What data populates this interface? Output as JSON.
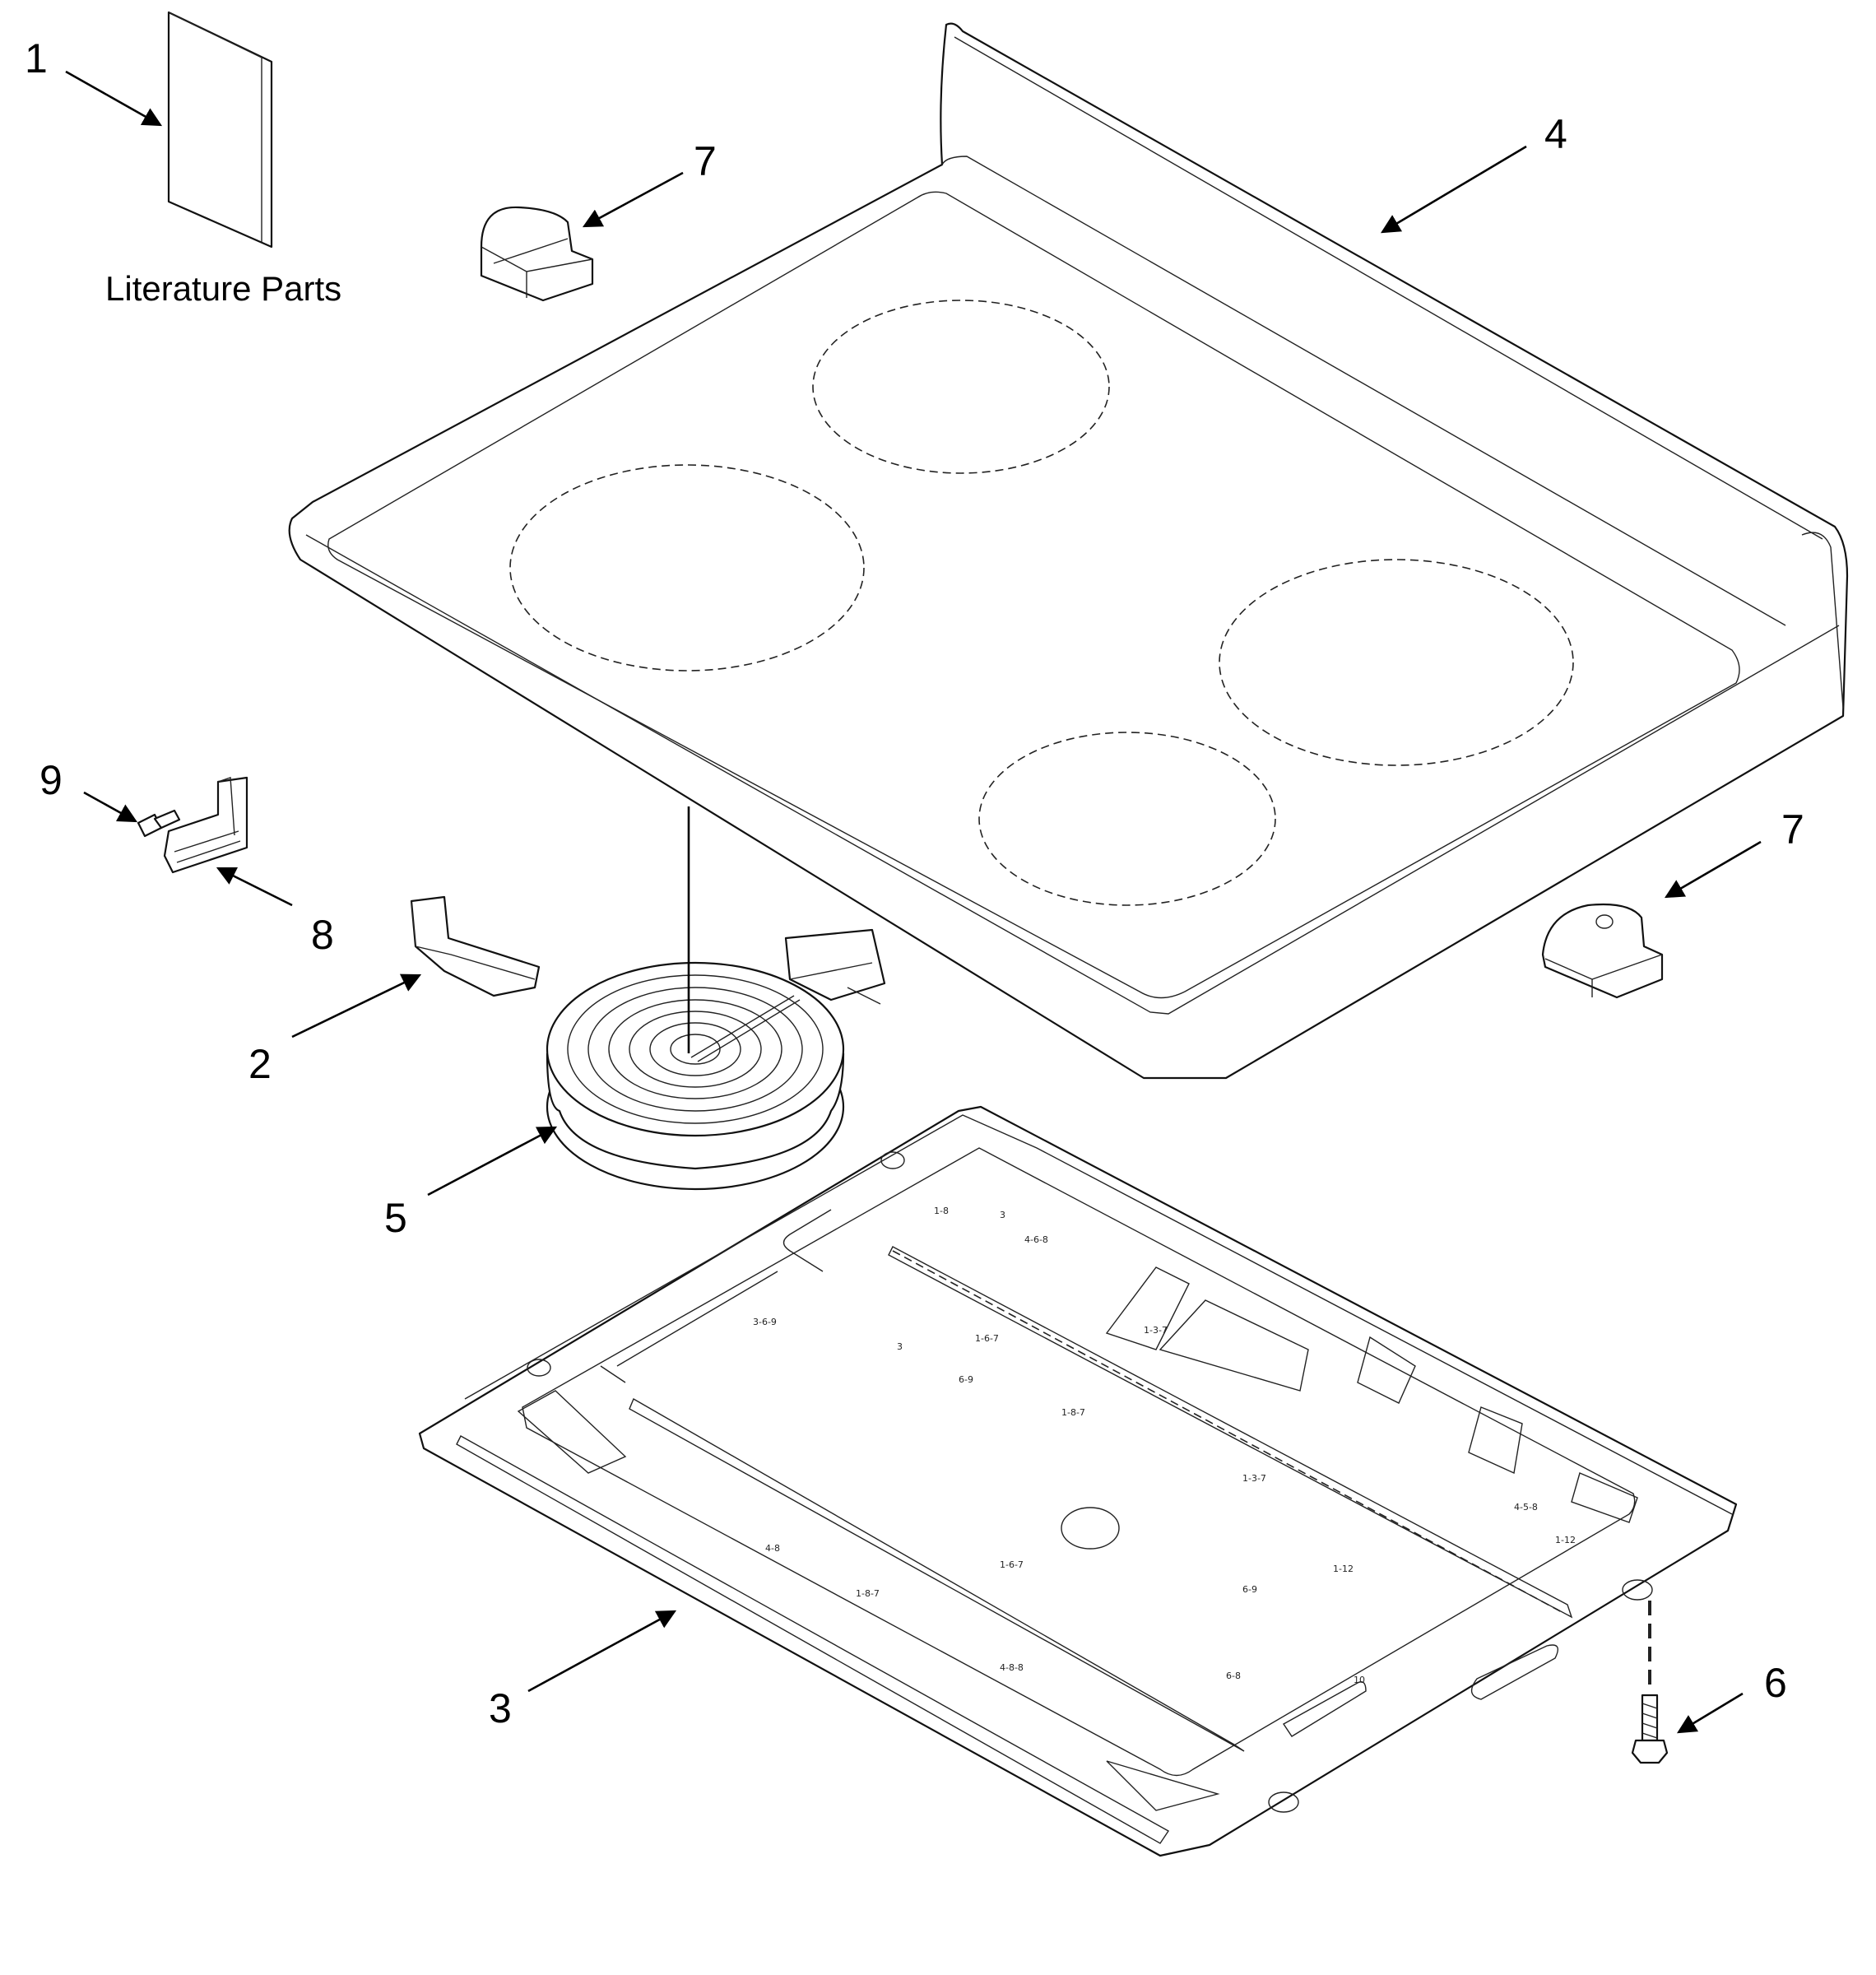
{
  "diagram": {
    "callouts": [
      {
        "id": "1",
        "label": "1"
      },
      {
        "id": "2",
        "label": "2"
      },
      {
        "id": "3",
        "label": "3"
      },
      {
        "id": "4",
        "label": "4"
      },
      {
        "id": "5",
        "label": "5"
      },
      {
        "id": "6",
        "label": "6"
      },
      {
        "id": "7a",
        "label": "7"
      },
      {
        "id": "7b",
        "label": "7"
      },
      {
        "id": "8",
        "label": "8"
      },
      {
        "id": "9",
        "label": "9"
      }
    ],
    "literature_caption": "Literature Parts"
  },
  "colors": {
    "line": "#111111",
    "background": "#ffffff"
  }
}
